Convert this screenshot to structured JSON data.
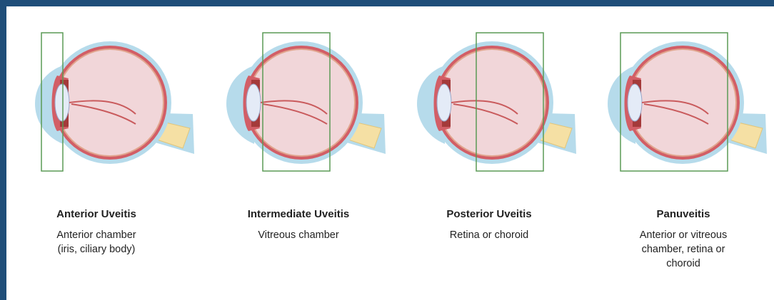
{
  "colors": {
    "frame": "#1f4e79",
    "highlight_box": "#5a9a55",
    "eyeball_fill": "#f1d6d9",
    "sclera": "#b6dbeb",
    "retina": "#e1a58e",
    "choroid": "#d25e66",
    "optic_nerve": "#f5e0a4",
    "lens": "#e4ebf7"
  },
  "diagram": {
    "panels": [
      {
        "title": "Anterior Uveitis",
        "description_lines": [
          "Anterior chamber",
          "(iris, ciliary body)",
          ""
        ],
        "highlight_region": "anterior-chamber"
      },
      {
        "title": "Intermediate Uveitis",
        "description_lines": [
          "Vitreous chamber",
          "",
          ""
        ],
        "highlight_region": "vitreous-chamber"
      },
      {
        "title": "Posterior Uveitis",
        "description_lines": [
          "Retina or choroid",
          "",
          ""
        ],
        "highlight_region": "retina-choroid"
      },
      {
        "title": "Panuveitis",
        "description_lines": [
          "Anterior or vitreous",
          "chamber, retina or",
          "choroid"
        ],
        "highlight_region": "whole-eye"
      }
    ]
  }
}
